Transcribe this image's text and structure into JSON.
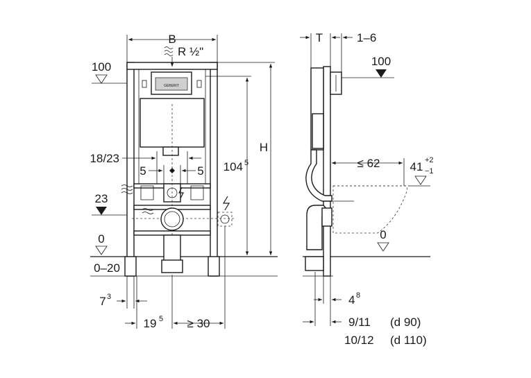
{
  "front": {
    "width_label": "B",
    "water_connection": "R ½\"",
    "level_100": "100",
    "label_18_23": "18/23",
    "label_5_left": "5",
    "label_5_right": "5",
    "level_23": "23",
    "level_0": "0",
    "range_0_20": "0–20",
    "dim_104": "104",
    "dim_104_sup": "5",
    "height_label": "H",
    "dim_7": "7",
    "dim_7_sup": "3",
    "dim_19": "19",
    "dim_19_sup": "5",
    "dim_30": "≥ 30",
    "logo_text": "GEBERIT"
  },
  "side": {
    "depth_label": "T",
    "range_1_6": "1–6",
    "level_100": "100",
    "dim_62": "≤ 62",
    "dim_41": "41",
    "dim_41_sup_top": "+2",
    "dim_41_sup_bottom": "−1",
    "level_0": "0",
    "dim_4": "4",
    "dim_4_sup": "8",
    "dim_9_11": "9/11",
    "d90": "(d 90)",
    "dim_10_12": "10/12",
    "d110": "(d 110)"
  }
}
